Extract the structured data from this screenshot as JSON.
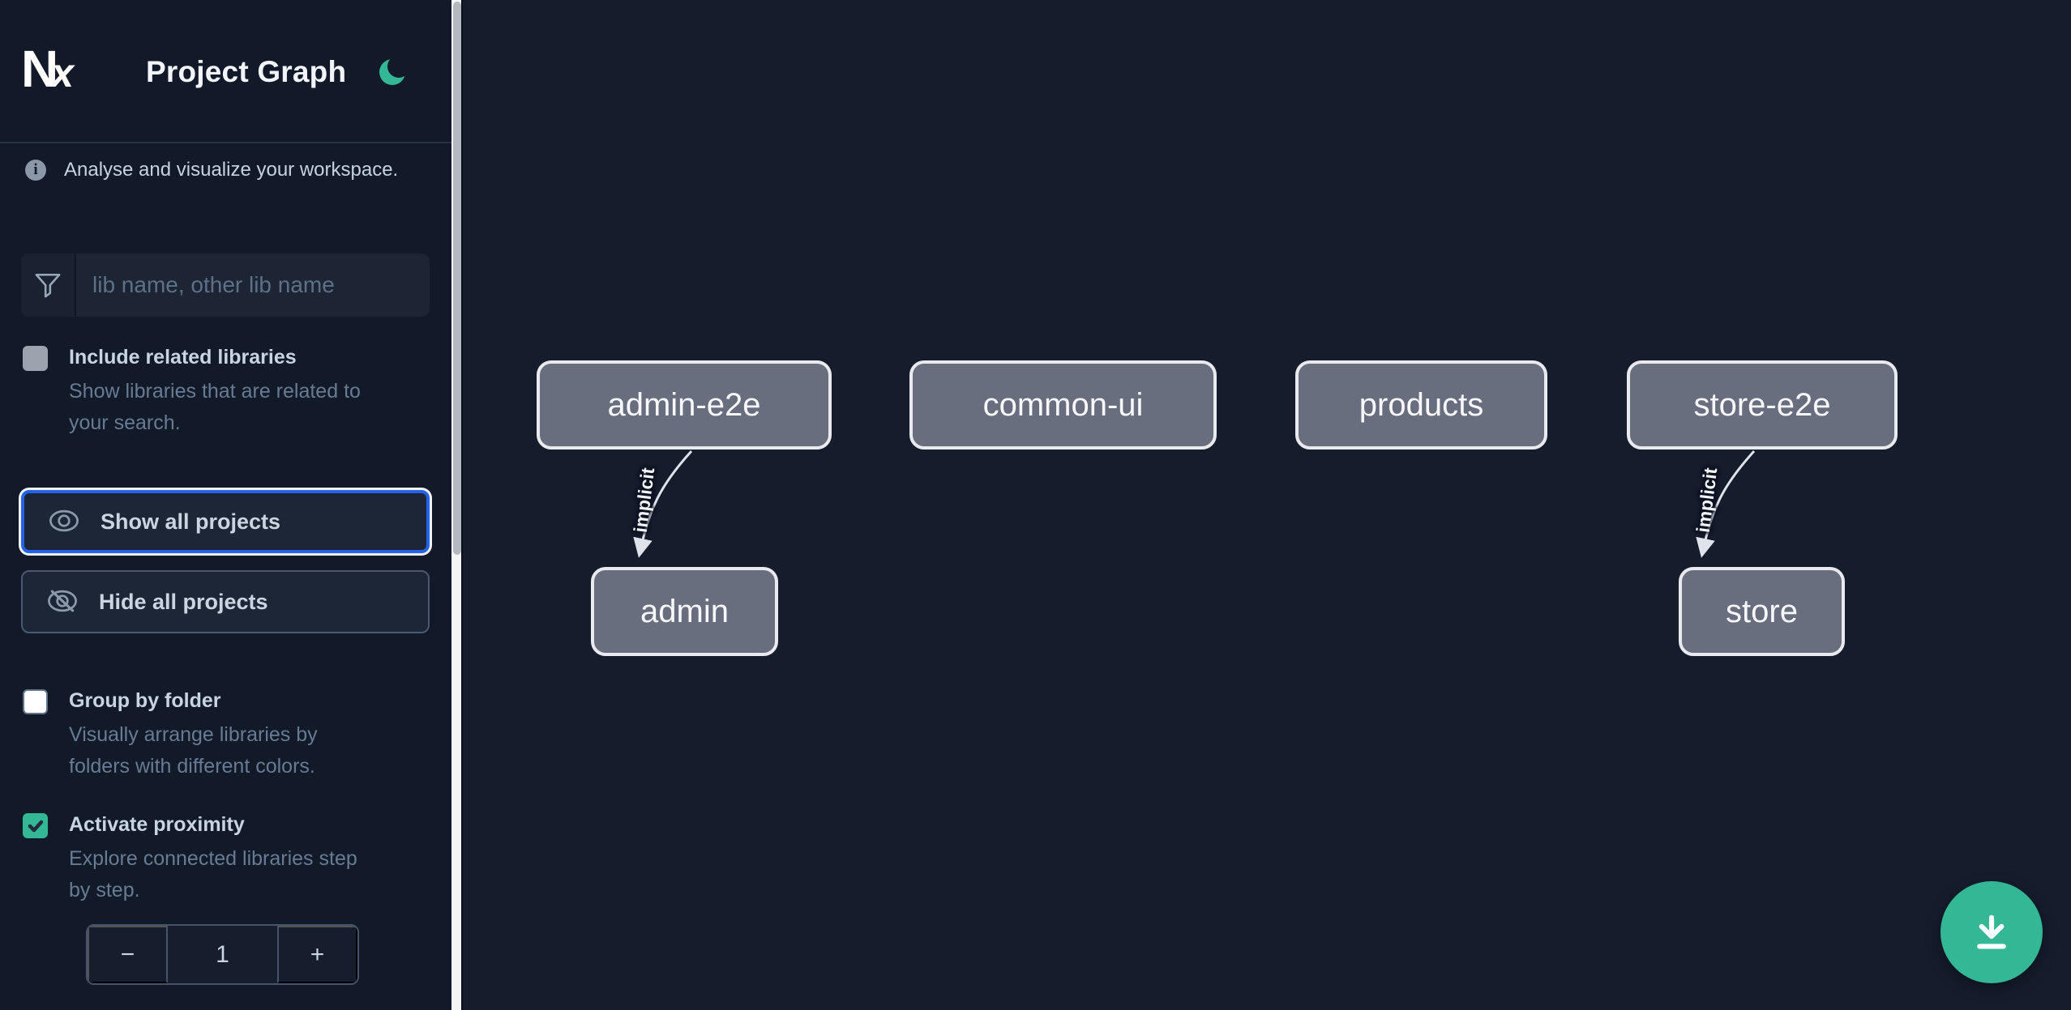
{
  "header": {
    "logo_text_n": "N",
    "logo_text_x": "x",
    "title": "Project Graph",
    "theme_toggle_icon": "moon-icon"
  },
  "sidebar": {
    "info_text": "Analyse and visualize your workspace.",
    "filter": {
      "placeholder": "lib name, other lib name",
      "value": "",
      "icon": "funnel-icon"
    },
    "include_related": {
      "label": "Include related libraries",
      "description_lines": [
        "Show libraries that are related to",
        "your search."
      ],
      "checked": false
    },
    "show_all_button": {
      "label": "Show all projects",
      "icon": "eye-icon",
      "focused": true
    },
    "hide_all_button": {
      "label": "Hide all projects",
      "icon": "eye-slash-icon",
      "focused": false
    },
    "group_by_folder": {
      "label": "Group by folder",
      "description_lines": [
        "Visually arrange libraries by",
        "folders with different colors."
      ],
      "checked": false
    },
    "activate_proximity": {
      "label": "Activate proximity",
      "description_lines": [
        "Explore connected libraries step",
        "by step."
      ],
      "checked": true
    },
    "proximity_stepper": {
      "decrement_label": "−",
      "value": "1",
      "increment_label": "+"
    }
  },
  "graph": {
    "nodes": [
      {
        "label": "admin-e2e"
      },
      {
        "label": "common-ui"
      },
      {
        "label": "products"
      },
      {
        "label": "store-e2e"
      },
      {
        "label": "admin"
      },
      {
        "label": "store"
      }
    ],
    "edges": [
      {
        "source": "admin-e2e",
        "target": "admin",
        "label": "implicit"
      },
      {
        "source": "store-e2e",
        "target": "store",
        "label": "implicit"
      }
    ]
  },
  "fab": {
    "icon": "download-icon"
  },
  "colors": {
    "accent_green": "#34b795",
    "focus_blue": "#2563eb",
    "node_fill": "#686e7d",
    "node_border": "#e8eaee",
    "sidebar_bg": "#121928",
    "canvas_bg": "#151c2c",
    "scroll_thumb": "#b4b9c0"
  }
}
